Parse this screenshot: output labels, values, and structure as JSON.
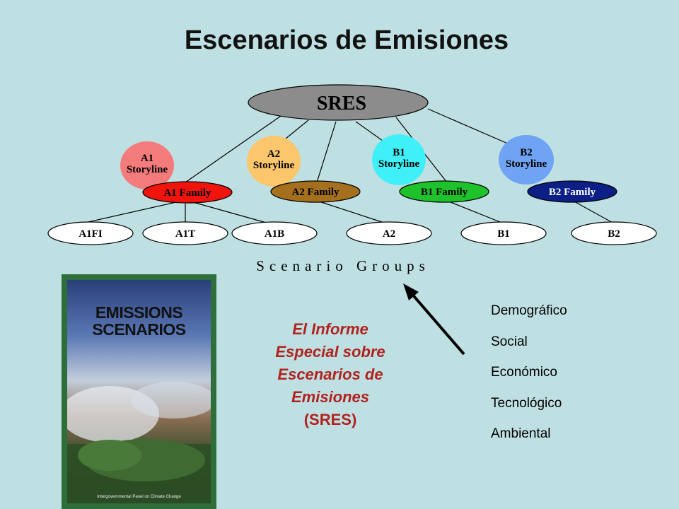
{
  "title": "Escenarios de Emisiones",
  "diagram": {
    "root": "SRES",
    "storylines": [
      {
        "id": "a1",
        "line1": "A1",
        "line2": "Storyline",
        "color": "#f47b7b"
      },
      {
        "id": "a2",
        "line1": "A2",
        "line2": "Storyline",
        "color": "#fcc66c"
      },
      {
        "id": "b1",
        "line1": "B1",
        "line2": "Storyline",
        "color": "#3ff0f8"
      },
      {
        "id": "b2",
        "line1": "B2",
        "line2": "Storyline",
        "color": "#6ea4f3"
      }
    ],
    "families": [
      {
        "id": "a1",
        "label": "A1 Family",
        "color": "#f0140c",
        "text": "#000"
      },
      {
        "id": "a2",
        "label": "A2 Family",
        "color": "#a5701e",
        "text": "#000"
      },
      {
        "id": "b1",
        "label": "B1 Family",
        "color": "#1ec22a",
        "text": "#000"
      },
      {
        "id": "b2",
        "label": "B2 Family",
        "color": "#0b1f86",
        "text": "#ffffff"
      }
    ],
    "groups": [
      "A1FI",
      "A1T",
      "A1B",
      "A2",
      "B1",
      "B2"
    ],
    "groups_caption": "Scenario Groups"
  },
  "report": {
    "lines": [
      "El Informe",
      "Especial sobre",
      "Escenarios de",
      "Emisiones"
    ],
    "abbr": "(SRES)"
  },
  "book": {
    "title_line1": "EMISSIONS",
    "title_line2": "SCENARIOS",
    "footer": "Intergovernmental Panel on Climate Change"
  },
  "factors": [
    "Demográfico",
    "Social",
    "Económico",
    "Tecnológico",
    "Ambiental"
  ]
}
